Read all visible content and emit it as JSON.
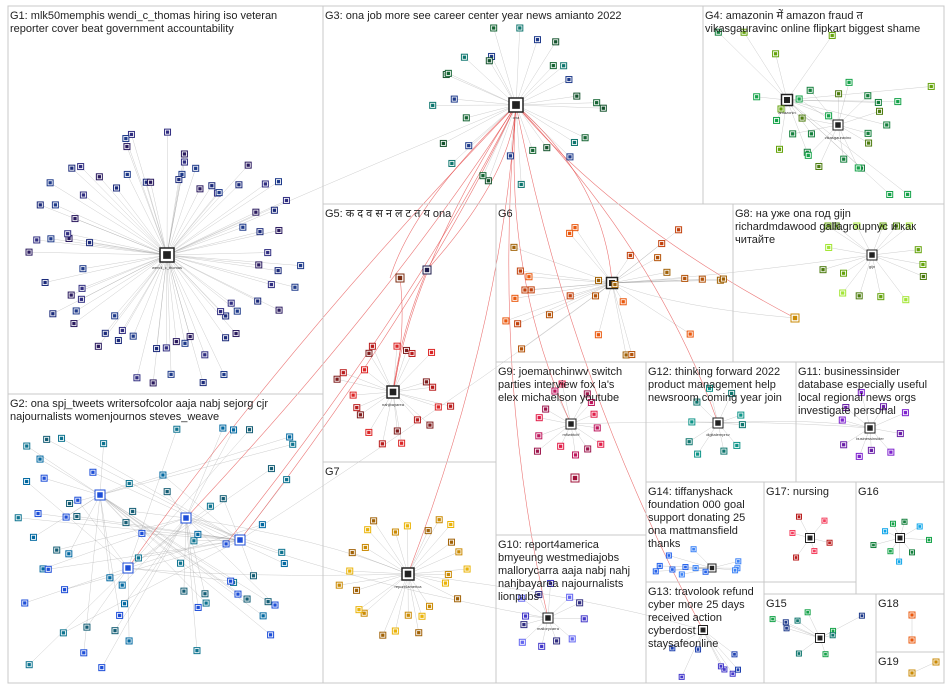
{
  "groups": [
    {
      "id": "G1",
      "label_lines": [
        "G1: mlk50memphis wendi_c_thomas hiring iso veteran",
        "reporter cover beat government accountability"
      ]
    },
    {
      "id": "G2",
      "label_lines": [
        "G2: ona spj_tweets writersofcolor aaja nabj sejorg cjr",
        "najournalists womenjournos steves_weave"
      ]
    },
    {
      "id": "G3",
      "label_lines": [
        "G3: ona job more see career center year news amianto 2022"
      ]
    },
    {
      "id": "G4",
      "label_lines": [
        "G4: amazonin में amazon fraud त",
        "vikasgauravinc online flipkart biggest shame"
      ]
    },
    {
      "id": "G5",
      "label_lines": [
        "G5: क द व स न ल ट त य ona"
      ]
    },
    {
      "id": "G6",
      "label_lines": [
        "G6"
      ]
    },
    {
      "id": "G7",
      "label_lines": [
        "G7"
      ]
    },
    {
      "id": "G8",
      "label_lines": [
        "G8: на уже ona год gijn",
        "richardmdawood gallagroupnyc и как",
        "читайте"
      ]
    },
    {
      "id": "G9",
      "label_lines": [
        "G9: joemanchinwv switch",
        "parties interview fox la's",
        "elex michaelson youtube"
      ]
    },
    {
      "id": "G10",
      "label_lines": [
        "G10: report4america",
        "bmyeung westmediajobs",
        "mallorycarra aaja nabj nahj",
        "nahjbayarea najournalists",
        "lionpubs"
      ]
    },
    {
      "id": "G11",
      "label_lines": [
        "G11: businessinsider",
        "database especially useful",
        "local regional news orgs",
        "investigate personal"
      ]
    },
    {
      "id": "G12",
      "label_lines": [
        "G12: thinking forward 2022",
        "product management help",
        "newsroom coming year join"
      ]
    },
    {
      "id": "G13",
      "label_lines": [
        "G13: travolook refund",
        "cyber more 25 days",
        "received action",
        "cyberdost",
        "staysafeonline"
      ]
    },
    {
      "id": "G14",
      "label_lines": [
        "G14: tiffanyshack",
        "foundation 000 goal",
        "support donating 25",
        "ona mattmansfield",
        "thanks"
      ]
    },
    {
      "id": "G15",
      "label_lines": [
        "G15"
      ]
    },
    {
      "id": "G16",
      "label_lines": [
        "G16"
      ]
    },
    {
      "id": "G17",
      "label_lines": [
        "G17: nursing"
      ]
    },
    {
      "id": "G18",
      "label_lines": [
        "G18"
      ]
    },
    {
      "id": "G19",
      "label_lines": [
        "G19"
      ]
    }
  ],
  "hub_labels": {
    "g1_hub": "wendi_c_thomas",
    "g3_hub": "ona",
    "g4_hub": "amazonin",
    "g4_hub2": "vikasgauravinc",
    "g5_hub": "nahjbayarea",
    "g7_hub": "report4america",
    "g9_hub": "mflwbtchf",
    "g10_hub": "mallorycarra",
    "g12_hub": "digitalemprsv",
    "g11_hub": "businessinsider",
    "g8_hub": "gijn"
  },
  "colors": {
    "edge": "#9a9a9a",
    "edge_highlight": "#e23b3b",
    "box_border": "#c8c8c8"
  }
}
